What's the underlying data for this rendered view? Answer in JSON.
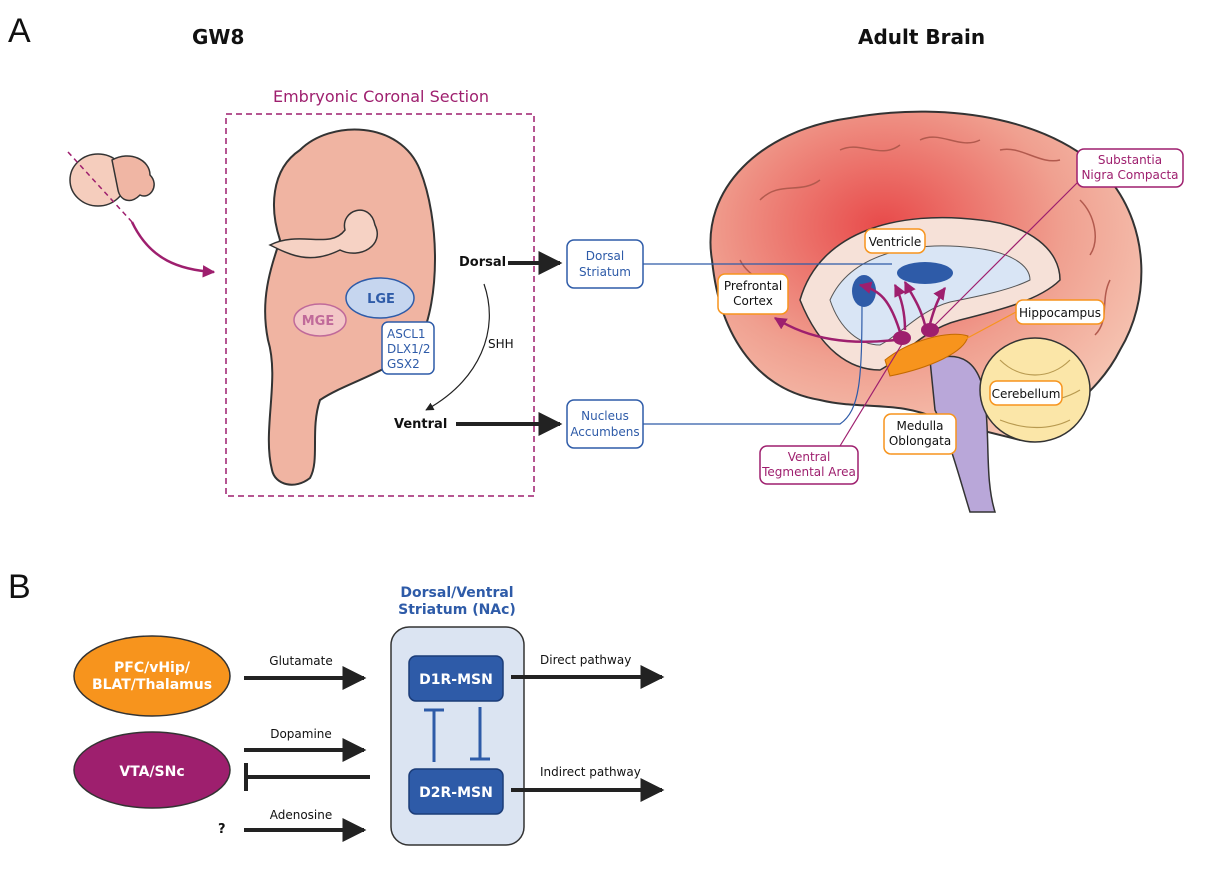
{
  "panel_a": {
    "letter": "A",
    "gw8_title": "GW8",
    "adult_title": "Adult Brain",
    "section_title": "Embryonic Coronal Section",
    "lge": "LGE",
    "mge": "MGE",
    "markers": [
      "ASCL1",
      "DLX1/2",
      "GSX2"
    ],
    "dorsal": "Dorsal",
    "ventral": "Ventral",
    "shh": "SHH",
    "dorsal_striatum": [
      "Dorsal",
      "Striatum"
    ],
    "nucleus_accumbens": [
      "Nucleus",
      "Accumbens"
    ],
    "ventricle": "Ventricle",
    "prefrontal_cortex": [
      "Prefrontal",
      "Cortex"
    ],
    "substantia_nigra": [
      "Substantia",
      "Nigra Compacta"
    ],
    "hippocampus": "Hippocampus",
    "cerebellum": "Cerebellum",
    "medulla": [
      "Medulla",
      "Oblongata"
    ],
    "vta": [
      "Ventral",
      "Tegmental Area"
    ]
  },
  "panel_b": {
    "letter": "B",
    "striatum_title": [
      "Dorsal/Ventral",
      "Striatum (NAc)"
    ],
    "pfc_node": [
      "PFC/vHip/",
      "BLAT/Thalamus"
    ],
    "vta_node": "VTA/SNc",
    "unknown": "?",
    "glutamate": "Glutamate",
    "dopamine": "Dopamine",
    "adenosine": "Adenosine",
    "d1": "D1R-MSN",
    "d2": "D2R-MSN",
    "direct": "Direct pathway",
    "indirect": "Indirect pathway"
  },
  "colors": {
    "orange": "#f7941d",
    "magenta": "#9e1f6e",
    "blue": "#2e5ba8",
    "light_blue": "#dbe4f2",
    "pink_tissue": "#f2b8a8",
    "red_tissue": "#e8706a"
  }
}
